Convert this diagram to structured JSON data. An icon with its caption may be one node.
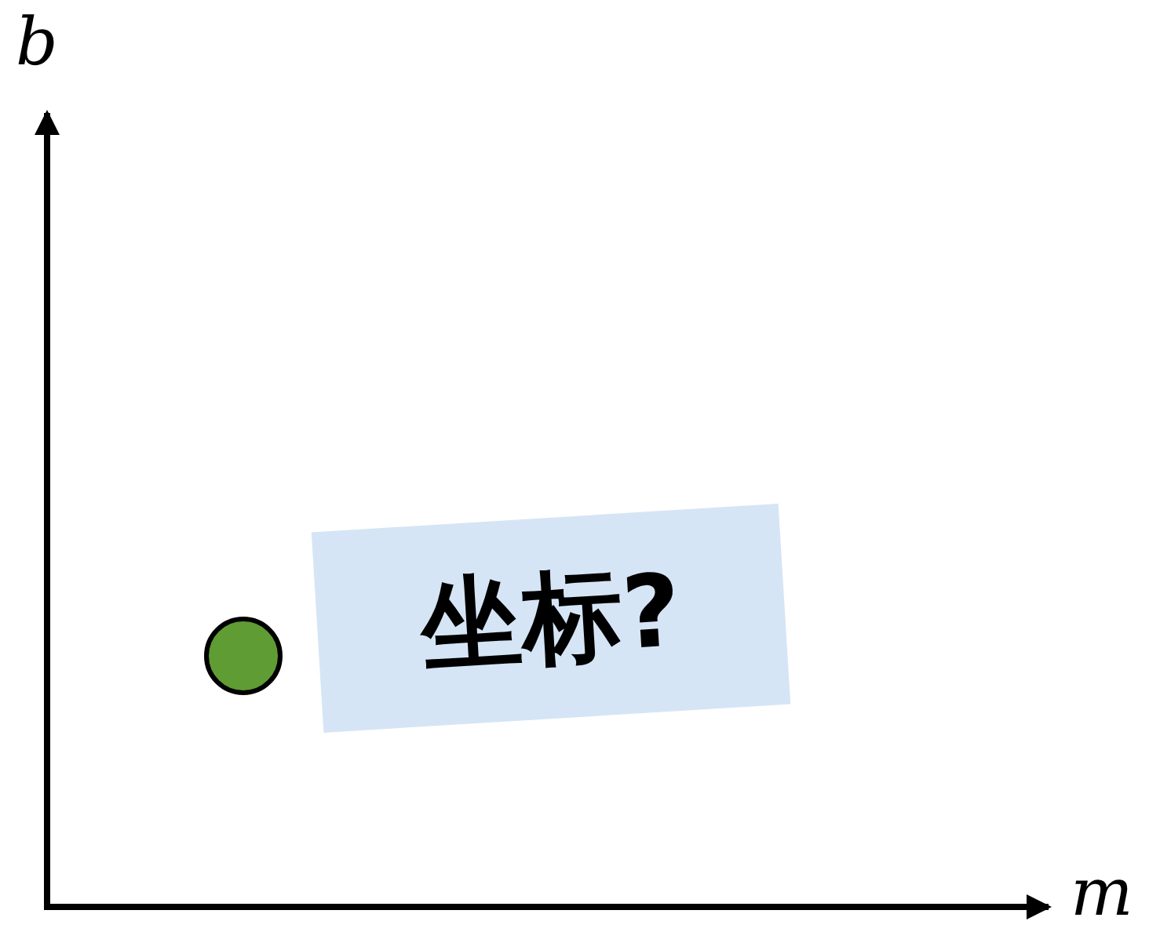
{
  "diagram": {
    "nodes": [
      {
        "text": [],
        "shape": "circle"
      },
      {
        "text": [
          "坐标?"
        ]
      }
    ],
    "labels": [
      "b",
      "m"
    ]
  }
}
